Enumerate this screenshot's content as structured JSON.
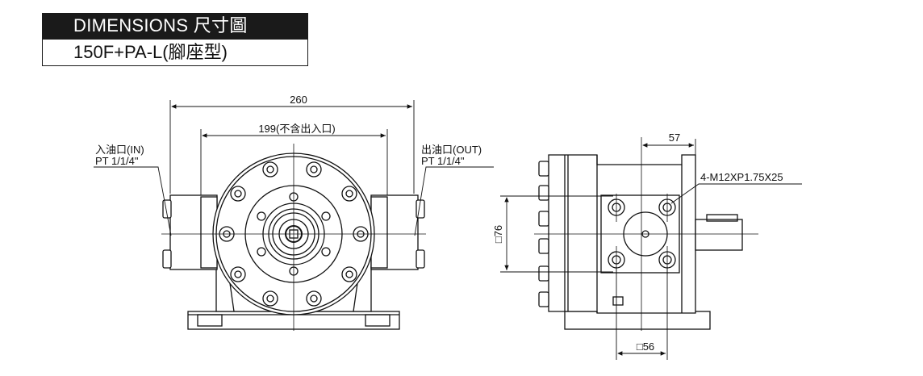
{
  "header": {
    "title": "DIMENSIONS 尺寸圖",
    "model": "150F+PA-L(腳座型)"
  },
  "front_view": {
    "overall_width": "260",
    "port_span": "199(不含出入口)",
    "inlet_label": "入油口(IN)",
    "inlet_thread": "PT 1/1/4\"",
    "outlet_label": "出油口(OUT)",
    "outlet_thread": "PT 1/1/4\""
  },
  "side_view": {
    "shaft_offset": "57",
    "bolt_spec": "4-M12XP1.75X25",
    "bolt_square_vertical": "□76",
    "bolt_square_horizontal": "□56"
  },
  "colors": {
    "line": "#111111",
    "body_fill": "#ffffff",
    "header_bg": "#1a1a1a"
  }
}
